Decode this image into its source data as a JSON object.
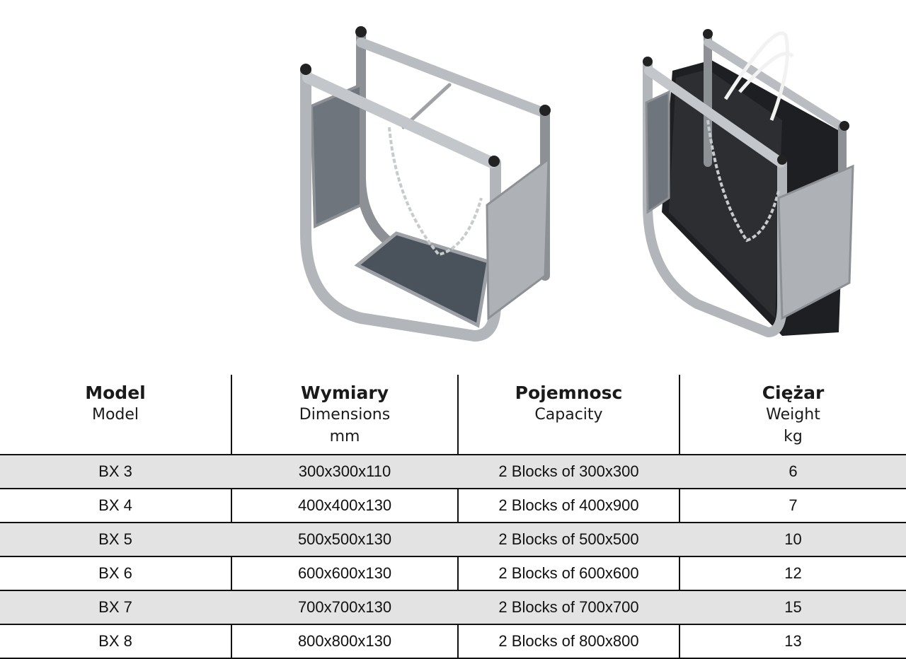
{
  "table": {
    "headers": [
      {
        "pl": "Model",
        "en": [
          "Model"
        ]
      },
      {
        "pl": "Wymiary",
        "en": [
          "Dimensions",
          "mm"
        ]
      },
      {
        "pl": "Pojemnosc",
        "en": [
          "Capacity"
        ]
      },
      {
        "pl": "Ciężar",
        "en": [
          "Weight",
          "kg"
        ]
      }
    ],
    "rows": [
      [
        "BX 3",
        "300x300x110",
        "2 Blocks of 300x300",
        "6"
      ],
      [
        "BX 4",
        "400x400x130",
        "2 Blocks of 400x900",
        "7"
      ],
      [
        "BX 5",
        "500x500x130",
        "2 Blocks of 500x500",
        "10"
      ],
      [
        "BX 6",
        "600x600x130",
        "2 Blocks of 600x600",
        "12"
      ],
      [
        "BX 7",
        "700x700x130",
        "2 Blocks of 700x700",
        "15"
      ],
      [
        "BX 8",
        "800x800x130",
        "2 Blocks of 800x800",
        "13"
      ]
    ]
  },
  "colors": {
    "steel": "#a9adb1",
    "plate": "#4a525c",
    "block": "#1e1f22",
    "row_shade": "#e3e3e3"
  }
}
